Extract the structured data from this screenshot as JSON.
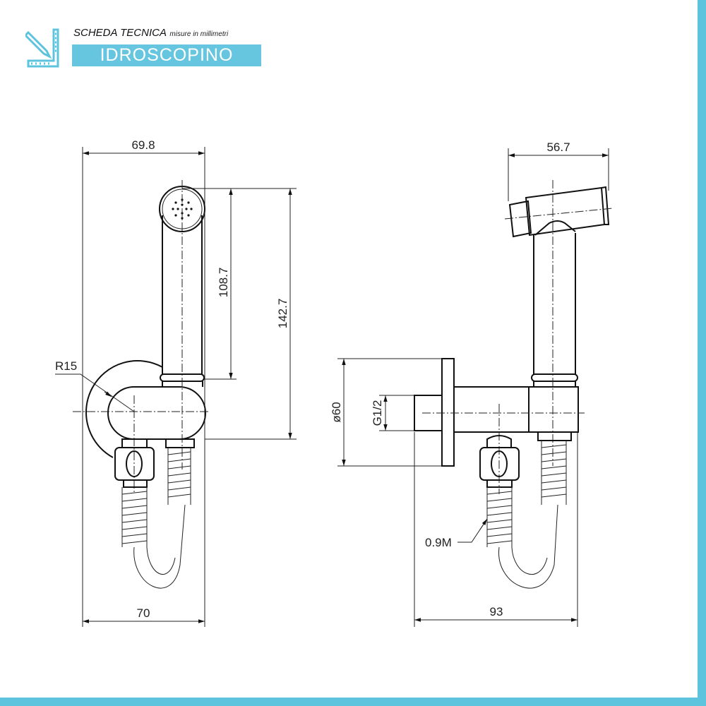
{
  "header": {
    "title": "SCHEDA TECNICA",
    "subtitle": "misure in millimetri",
    "product": "IDROSCOPINO",
    "logo_icon": "ruler-pencil-icon"
  },
  "colors": {
    "accent": "#5ec4dd",
    "product_bar": "#67c6df",
    "line": "#111111"
  },
  "front_view": {
    "width_top": "69.8",
    "head_height": "108.7",
    "total_height": "142.7",
    "radius": "R15",
    "width_bottom": "70"
  },
  "side_view": {
    "head_width": "56.7",
    "flange_diameter": "ø60",
    "thread": "G1/2",
    "hose_length": "0.9M",
    "total_depth": "93"
  }
}
